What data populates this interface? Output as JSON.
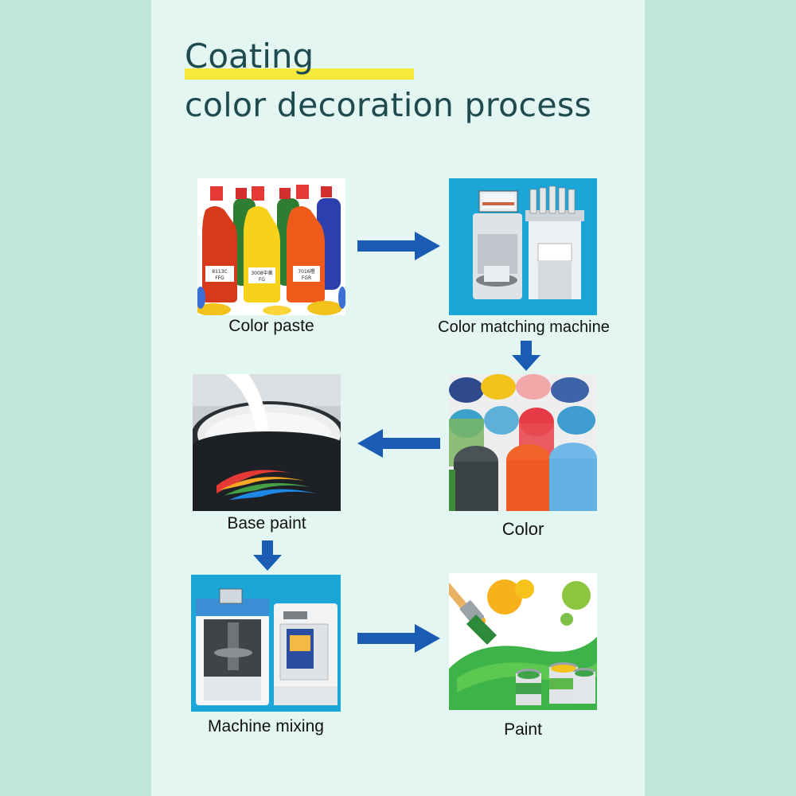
{
  "title": {
    "line1": "Coating",
    "line2": "color decoration process"
  },
  "steps": [
    {
      "label": "Color paste",
      "bottle_labels": [
        "8113C\nFFG",
        "3008 中黄\nFG",
        "7016橙\nFGR"
      ]
    },
    {
      "label": "Color matching machine"
    },
    {
      "label": "Color"
    },
    {
      "label": "Base paint"
    },
    {
      "label": "Machine mixing"
    },
    {
      "label": "Paint"
    }
  ],
  "colors": {
    "title": "#1f4a4f",
    "highlight": "#f6e93a",
    "arrow": "#1a5cb3",
    "panel": "#e3f6f2",
    "background": "#bfe6d6"
  },
  "icons": [
    "arrow-right-icon",
    "arrow-down-icon",
    "arrow-left-icon"
  ]
}
